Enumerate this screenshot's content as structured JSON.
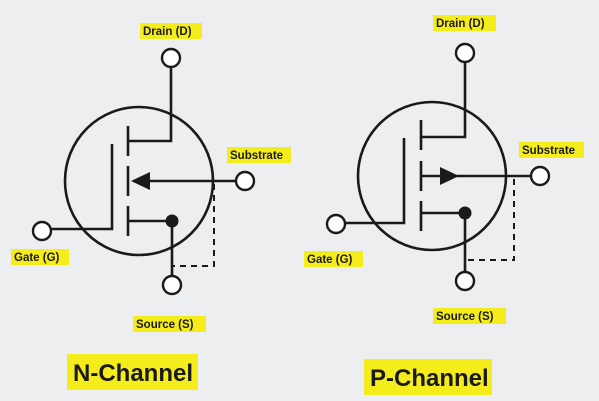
{
  "colors": {
    "background": "#eceef0",
    "highlight": "#f5ec1b",
    "line": "#1a1a1a"
  },
  "n_channel": {
    "title": "N-Channel",
    "drain_label": "Drain (D)",
    "substrate_label": "Substrate",
    "gate_label": "Gate (G)",
    "source_label": "Source (S)"
  },
  "p_channel": {
    "title": "P-Channel",
    "drain_label": "Drain (D)",
    "substrate_label": "Substrate",
    "gate_label": "Gate (G)",
    "source_label": "Source (S)"
  }
}
